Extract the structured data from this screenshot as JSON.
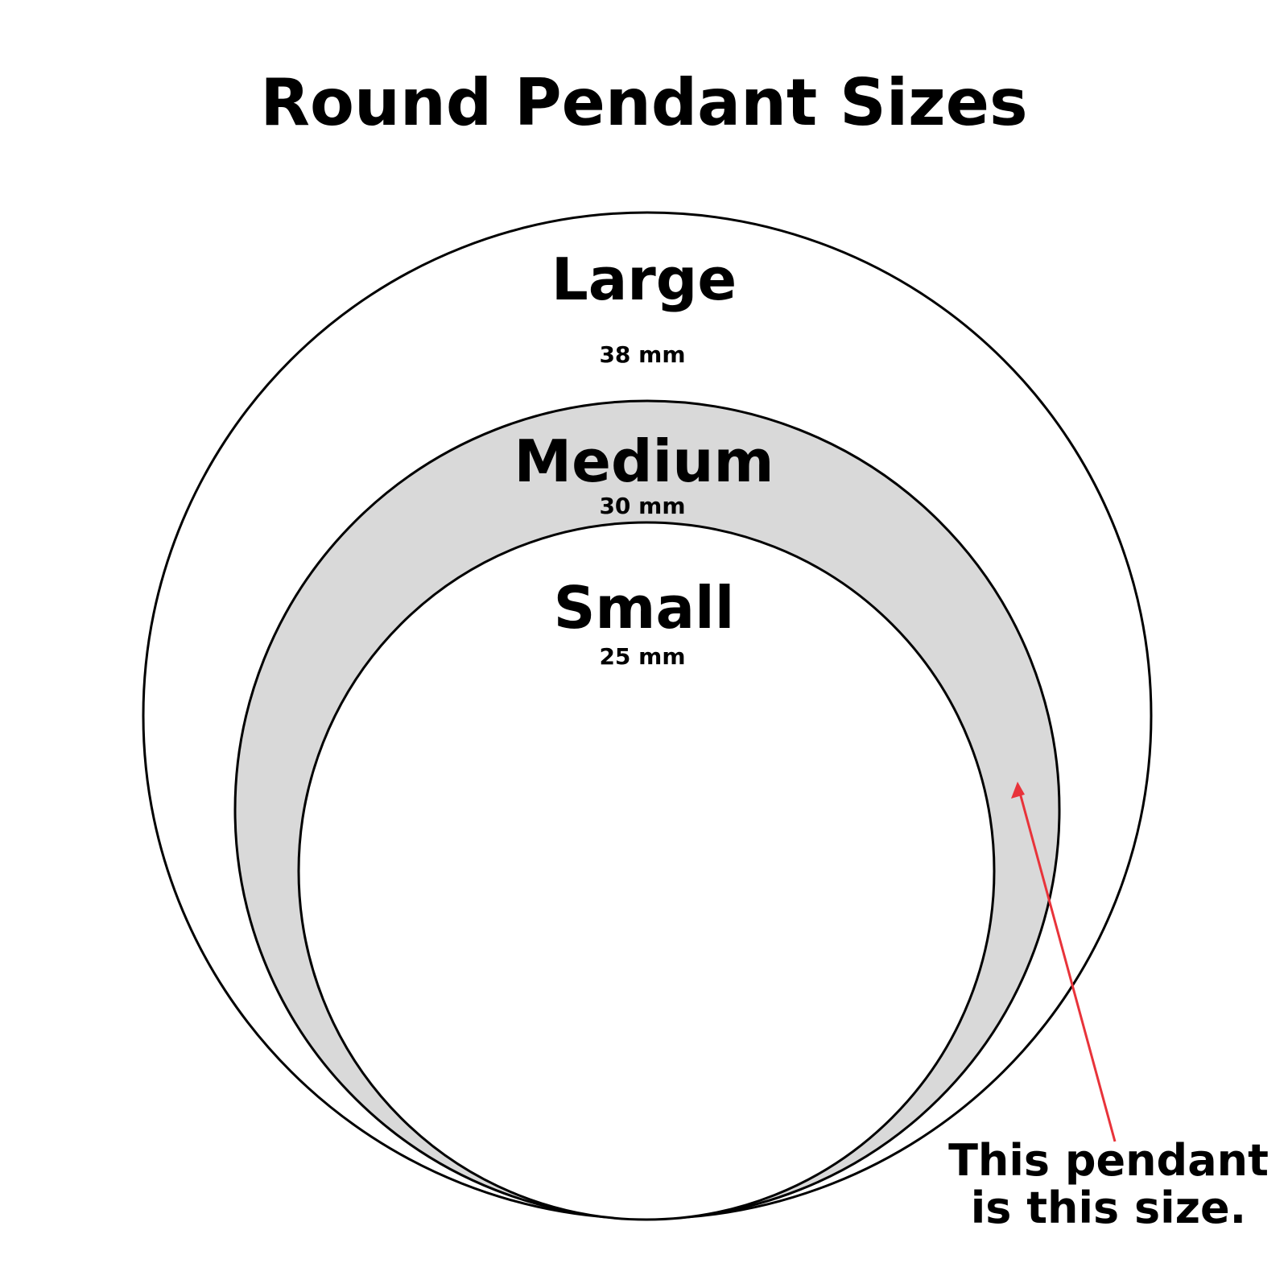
{
  "title": "Round Pendant Sizes",
  "sizes": [
    {
      "name": "Large",
      "diameter": "38 mm",
      "highlighted": false
    },
    {
      "name": "Medium",
      "diameter": "30 mm",
      "highlighted": true
    },
    {
      "name": "Small",
      "diameter": "25 mm",
      "highlighted": false
    }
  ],
  "note": {
    "line1": "This pendant",
    "line2": "is this size."
  },
  "colors": {
    "outline": "#000000",
    "highlight_fill": "#d9d9d9",
    "background": "#ffffff",
    "arrow": "#e8333a"
  }
}
